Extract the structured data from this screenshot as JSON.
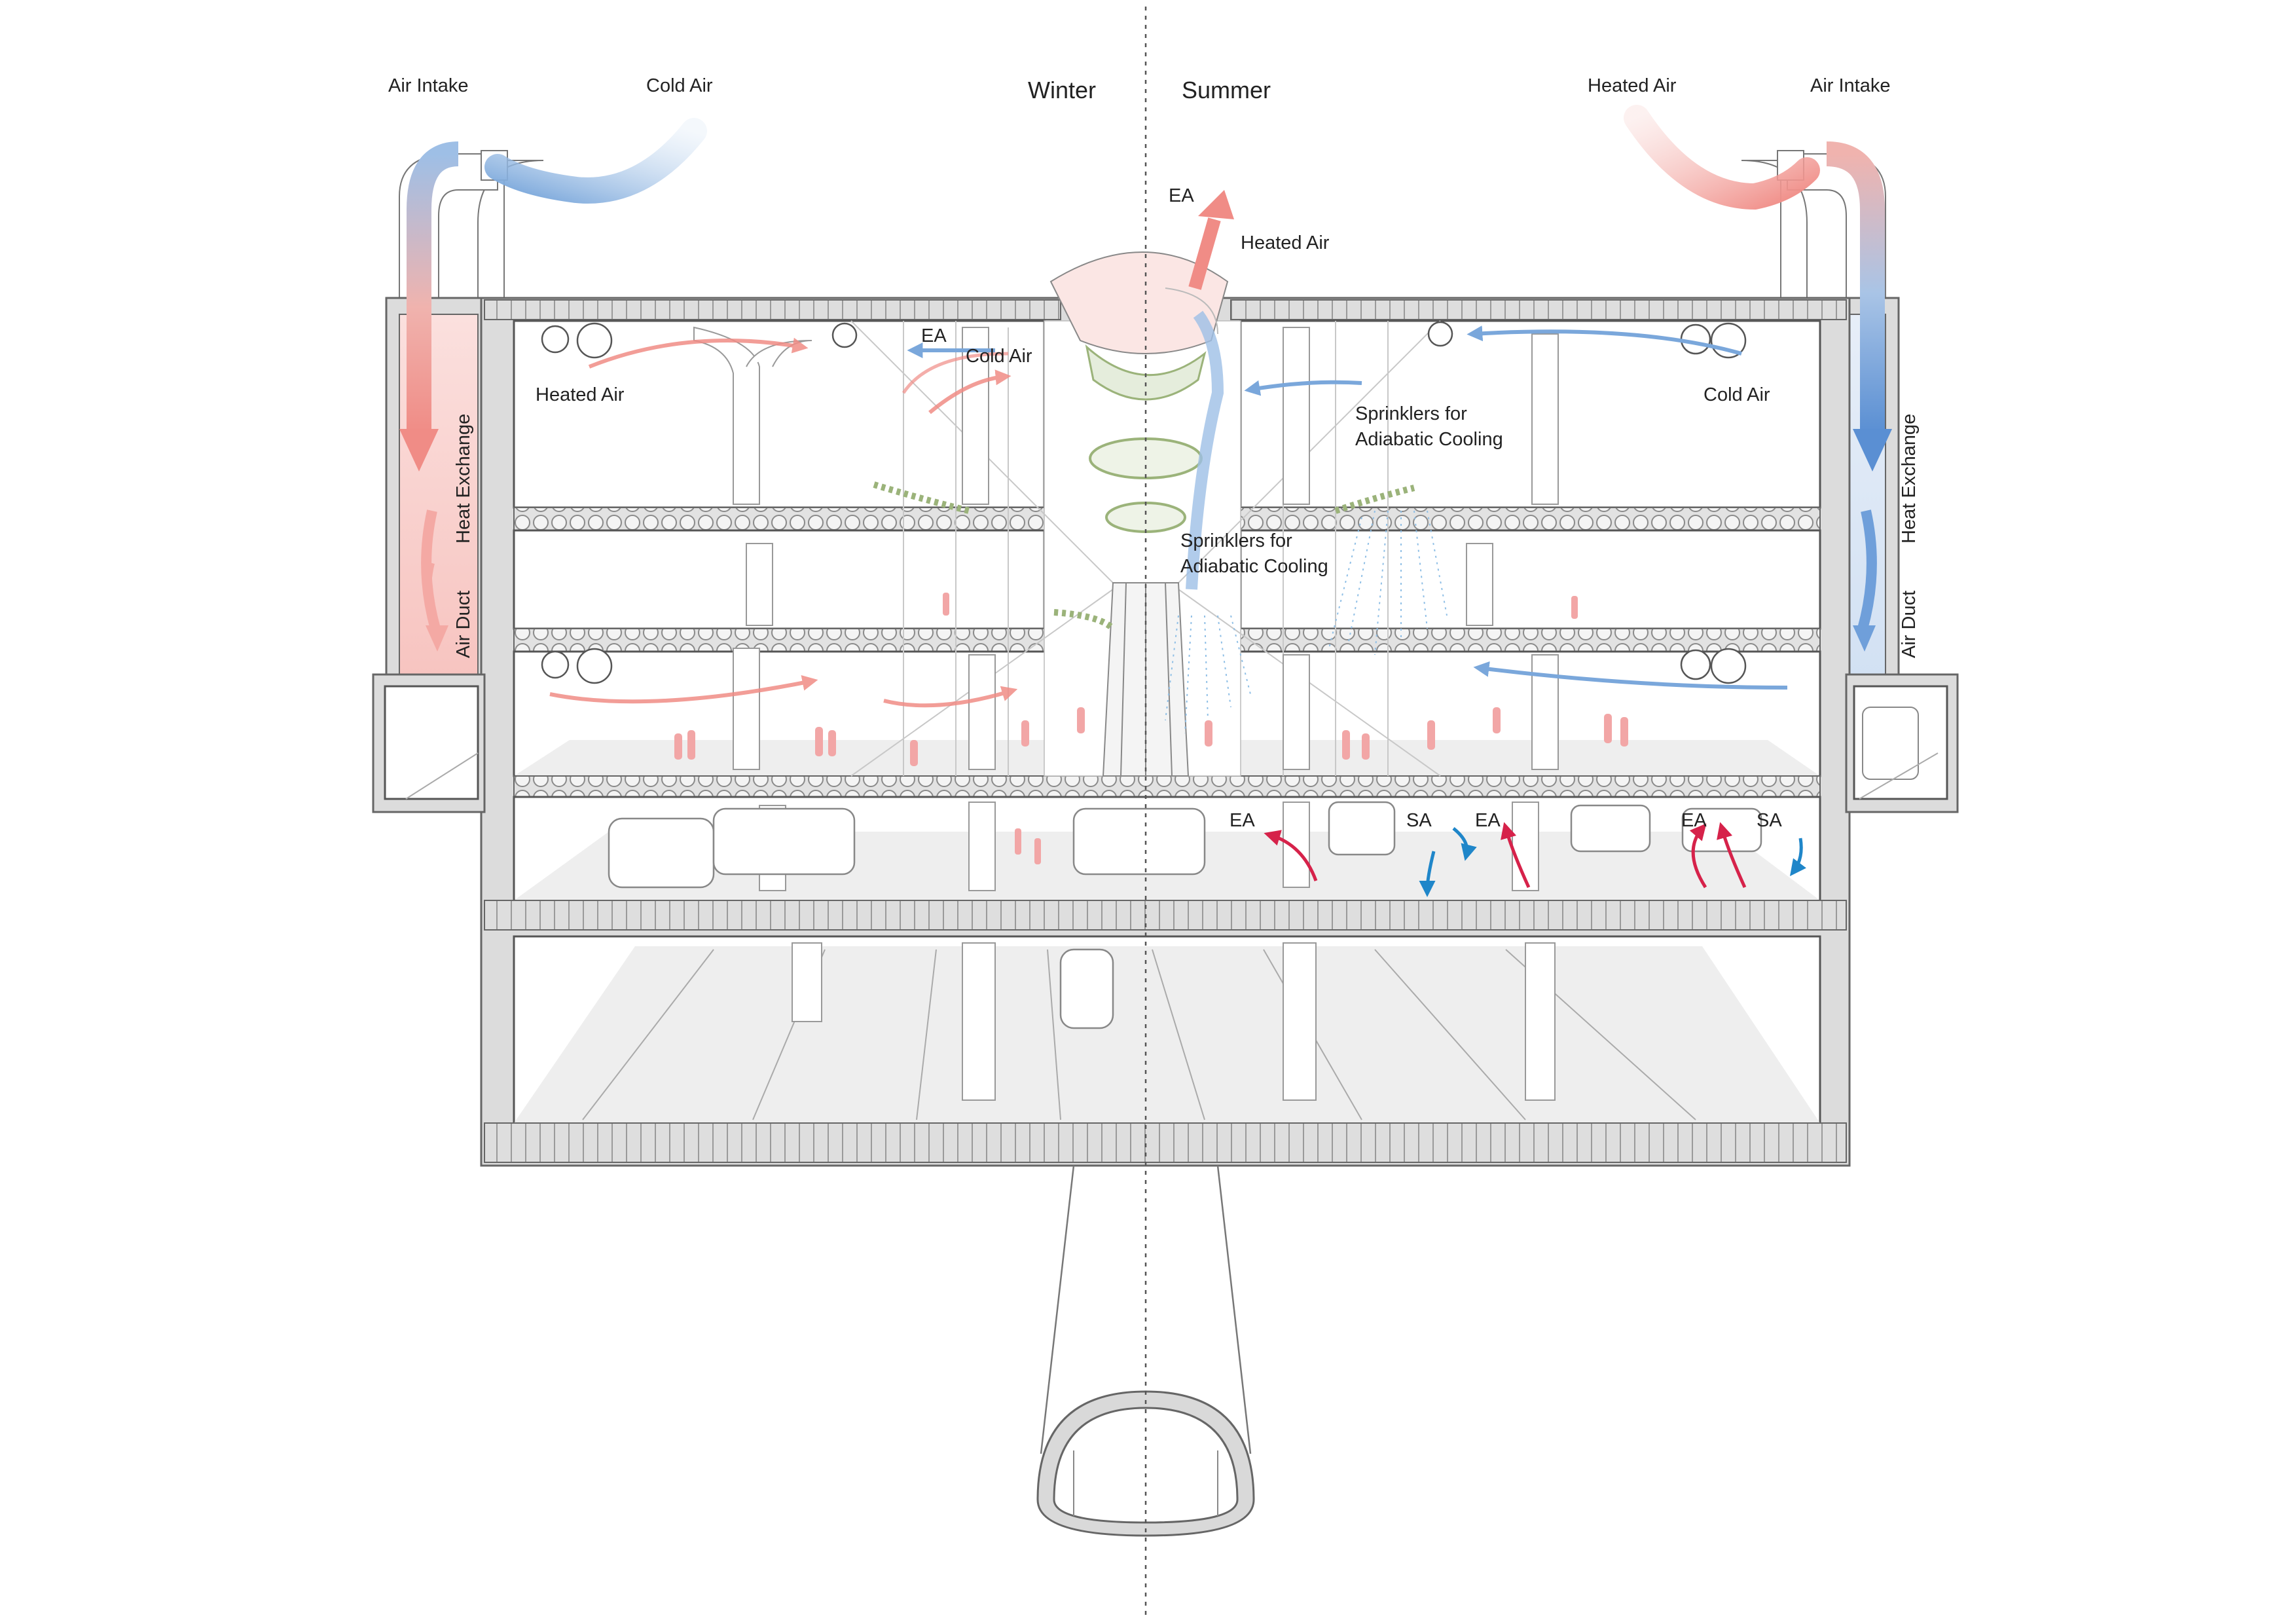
{
  "labels": {
    "winter": "Winter",
    "summer": "Summer",
    "air_intake_left": "Air Intake",
    "cold_air_top": "Cold Air",
    "heated_air_top": "Heated Air",
    "air_intake_right": "Air Intake",
    "ea_top": "EA",
    "heated_air_roof": "Heated Air",
    "ea_left": "EA",
    "cold_air_left": "Cold Air",
    "heated_air_left": "Heated Air",
    "sprinklers_right_1": "Sprinklers for",
    "sprinklers_right_2": "Adiabatic Cooling",
    "cold_air_right": "Cold Air",
    "sprinklers_center_1": "Sprinklers for",
    "sprinklers_center_2": "Adiabatic Cooling",
    "heat_exchange_left": "Heat Exchange",
    "air_duct_left": "Air Duct",
    "heat_exchange_right": "Heat Exchange",
    "air_duct_right": "Air Duct",
    "ea_bus_1": "EA",
    "sa_bus_1": "SA",
    "ea_bus_2": "EA",
    "ea_bus_3": "EA",
    "sa_bus_2": "SA"
  },
  "colors": {
    "warm": "#f08c86",
    "cool": "#7aa7db",
    "exhaust_red": "#d6224a",
    "supply_blue": "#1f86c9",
    "people": "#f2a6a6",
    "plants": "#9bb37a"
  }
}
